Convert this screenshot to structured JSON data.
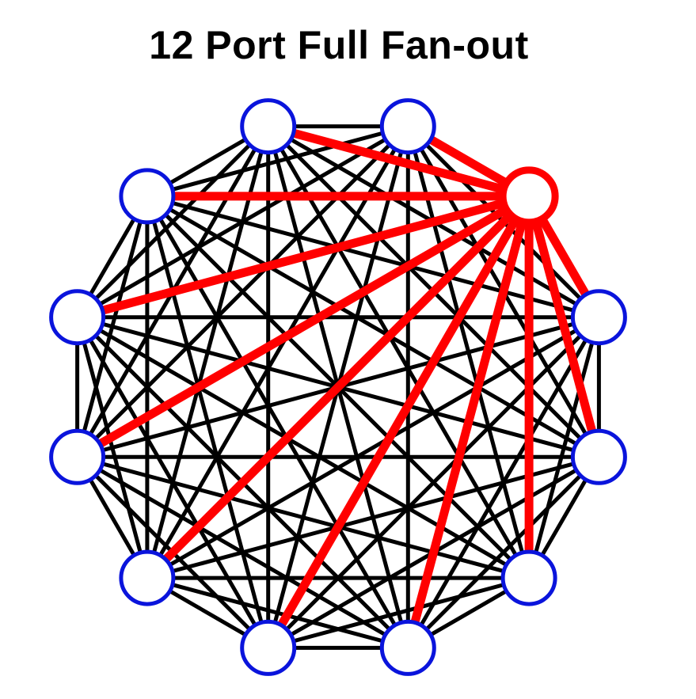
{
  "title": "12 Port Full Fan-out",
  "graph": {
    "node_count": 12,
    "highlighted_node": 2,
    "colors": {
      "edge": "#000000",
      "highlight_edge": "#ff0000",
      "node_stroke": "#0a14dc",
      "highlight_node_stroke": "#ff0000",
      "node_fill": "#ffffff"
    }
  }
}
